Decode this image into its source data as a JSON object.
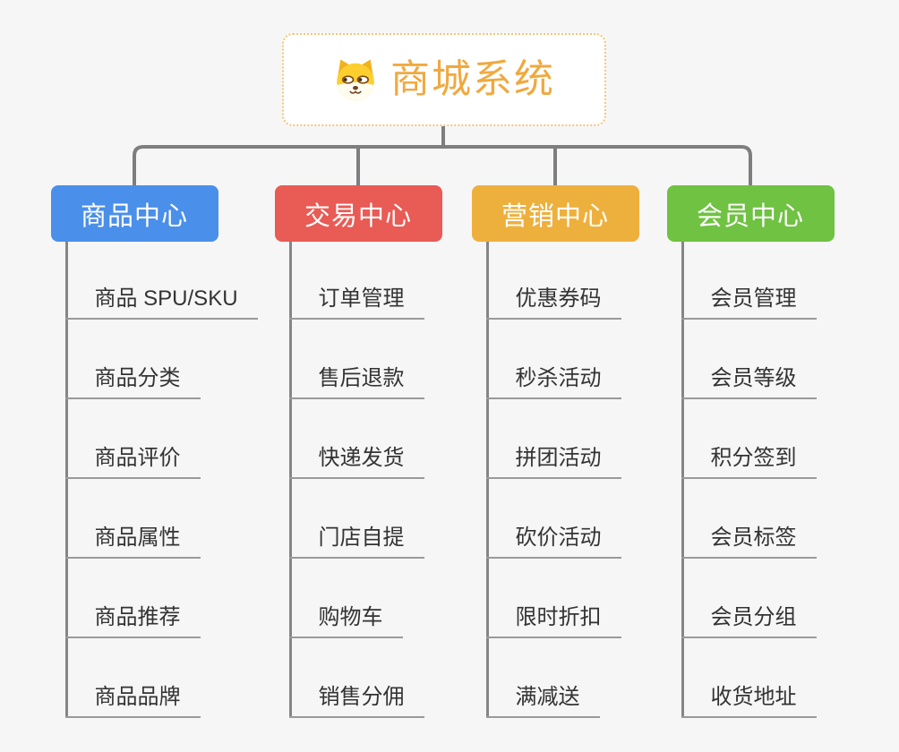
{
  "root": {
    "title": "商城系统",
    "icon": "dog-face-icon"
  },
  "branches": [
    {
      "label": "商品中心",
      "color": "#4a8fe9",
      "children": [
        "商品 SPU/SKU",
        "商品分类",
        "商品评价",
        "商品属性",
        "商品推荐",
        "商品品牌"
      ]
    },
    {
      "label": "交易中心",
      "color": "#e95b55",
      "children": [
        "订单管理",
        "售后退款",
        "快递发货",
        "门店自提",
        "购物车",
        "销售分佣"
      ]
    },
    {
      "label": "营销中心",
      "color": "#eeb03d",
      "children": [
        "优惠券码",
        "秒杀活动",
        "拼团活动",
        "砍价活动",
        "限时折扣",
        "满减送"
      ]
    },
    {
      "label": "会员中心",
      "color": "#6fc242",
      "children": [
        "会员管理",
        "会员等级",
        "积分签到",
        "会员标签",
        "会员分组",
        "收货地址"
      ]
    }
  ],
  "colors": {
    "background": "#f6f6f7",
    "connector": "#7e7e7e",
    "branch_vline": "#868686",
    "leaf_underline": "#9a9a9a",
    "leaf_text": "#333333",
    "root_border": "#f2c577",
    "root_text": "#f0a93f",
    "header_text": "#ffffff"
  }
}
